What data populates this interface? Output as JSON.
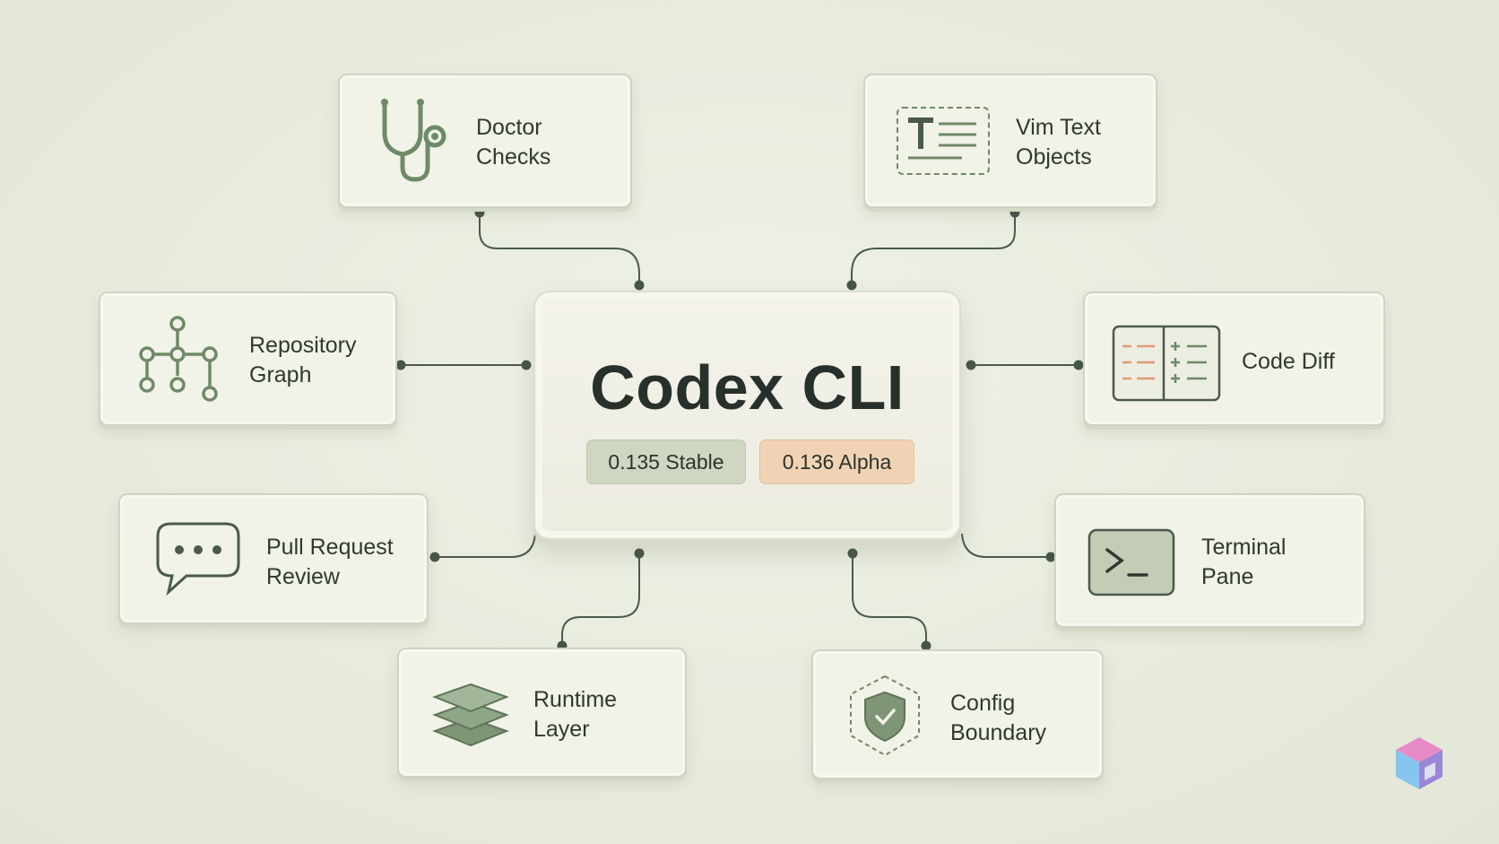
{
  "center": {
    "title": "Codex CLI",
    "badges": {
      "stable": "0.135 Stable",
      "alpha": "0.136 Alpha"
    }
  },
  "nodes": {
    "doctor_checks": {
      "label": "Doctor\nChecks",
      "icon": "stethoscope-icon"
    },
    "vim_text_objects": {
      "label": "Vim Text\nObjects",
      "icon": "text-object-icon"
    },
    "repository_graph": {
      "label": "Repository\nGraph",
      "icon": "graph-icon"
    },
    "code_diff": {
      "label": "Code Diff",
      "icon": "diff-icon"
    },
    "pull_request_review": {
      "label": "Pull Request\nReview",
      "icon": "chat-bubble-icon"
    },
    "terminal_pane": {
      "label": "Terminal\nPane",
      "icon": "terminal-icon"
    },
    "runtime_layer": {
      "label": "Runtime\nLayer",
      "icon": "layers-icon"
    },
    "config_boundary": {
      "label": "Config\nBoundary",
      "icon": "shield-icon"
    }
  },
  "colors": {
    "background": "#e9eddf",
    "accent_green": "#6f8a68",
    "stable_badge": "#cfd7c2",
    "alpha_badge": "#f0d3b5",
    "connector": "#4a5a4d"
  }
}
